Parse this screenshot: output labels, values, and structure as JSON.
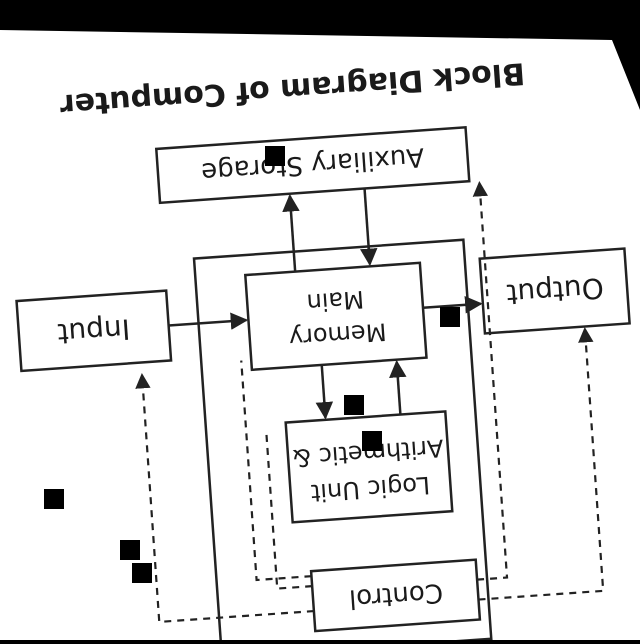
{
  "diagram": {
    "title": "Block Diagram of Computer",
    "colors": {
      "title": "#6f8c94",
      "box_stroke": "#222222",
      "text": "#1a1a1a",
      "paper": "#ffffff",
      "background": "#000000"
    },
    "blocks": {
      "auxiliary": "Auxiliary Storage",
      "input": "Input",
      "output": "Output",
      "memory_line1": "Memory",
      "memory_line2": "Main",
      "alu_line1": "Logic Unit",
      "alu_line2": "Arithmetic &",
      "control": "Control"
    }
  }
}
